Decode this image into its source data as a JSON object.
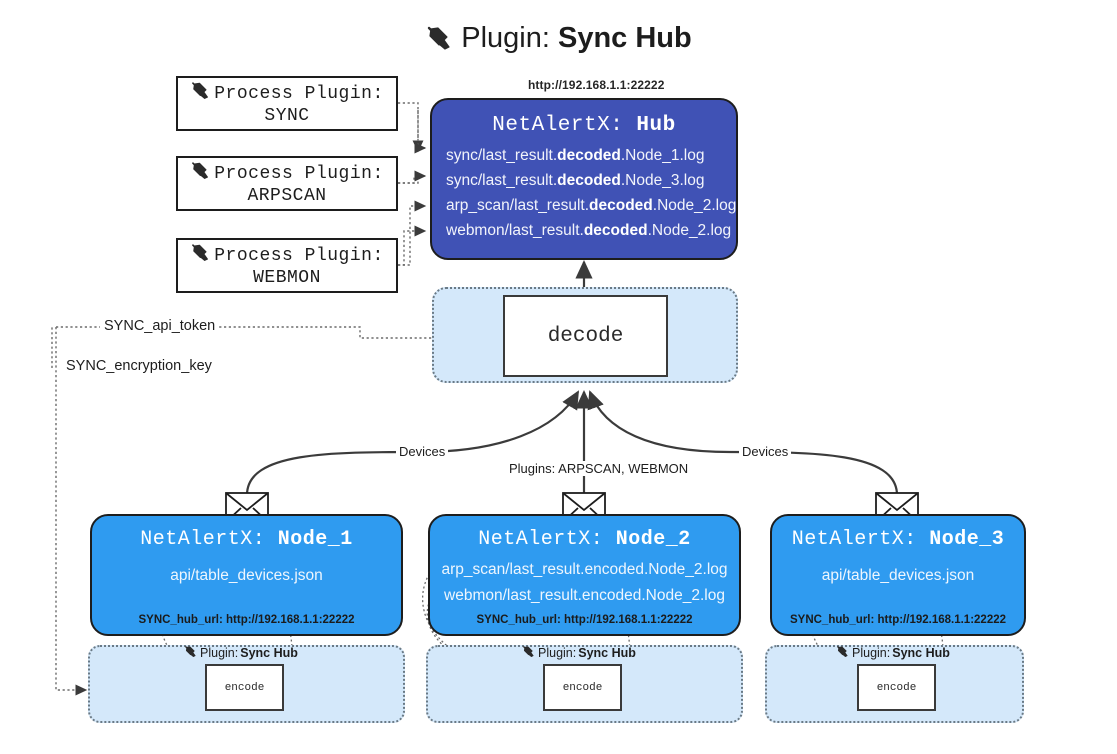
{
  "title": {
    "icon": "plug-icon",
    "prefix": "Plugin: ",
    "name": "Sync Hub"
  },
  "process_plugins": [
    {
      "line1": "Process Plugin:",
      "line2": "SYNC"
    },
    {
      "line1": "Process Plugin:",
      "line2": "ARPSCAN"
    },
    {
      "line1": "Process Plugin:",
      "line2": "WEBMON"
    }
  ],
  "hub": {
    "url_label": "http://192.168.1.1:22222",
    "title_prefix": "NetAlertX: ",
    "title_name": "Hub",
    "loglines": [
      {
        "pre": "sync/last_result.",
        "bold": "decoded",
        "post": ".Node_1.log"
      },
      {
        "pre": "sync/last_result.",
        "bold": "decoded",
        "post": ".Node_3.log"
      },
      {
        "pre": "arp_scan/last_result.",
        "bold": "decoded",
        "post": ".Node_2.log"
      },
      {
        "pre": "webmon/last_result.",
        "bold": "decoded",
        "post": ".Node_2.log"
      }
    ]
  },
  "decode": {
    "label": "decode"
  },
  "tokens": {
    "api_token": "SYNC_api_token",
    "encryption_key": "SYNC_encryption_key"
  },
  "edge_labels": {
    "devices_left": "Devices",
    "devices_right": "Devices",
    "plugins_center": "Plugins: ARPSCAN, WEBMON"
  },
  "nodes": [
    {
      "title_prefix": "NetAlertX: ",
      "title_name": "Node_1",
      "lines": [
        "api/table_devices.json"
      ],
      "url": "SYNC_hub_url: http://192.168.1.1:22222",
      "plugin_tag_prefix": "Plugin: ",
      "plugin_tag_name": "Sync Hub",
      "encode_label": "encode"
    },
    {
      "title_prefix": "NetAlertX: ",
      "title_name": "Node_2",
      "lines": [
        "arp_scan/last_result.encoded.Node_2.log",
        "webmon/last_result.encoded.Node_2.log"
      ],
      "url": "SYNC_hub_url: http://192.168.1.1:22222",
      "plugin_tag_prefix": "Plugin: ",
      "plugin_tag_name": "Sync Hub",
      "encode_label": "encode"
    },
    {
      "title_prefix": "NetAlertX: ",
      "title_name": "Node_3",
      "lines": [
        "api/table_devices.json"
      ],
      "url": "SYNC_hub_url: http://192.168.1.1:22222",
      "plugin_tag_prefix": "Plugin: ",
      "plugin_tag_name": "Sync Hub",
      "encode_label": "encode"
    }
  ],
  "colors": {
    "hub_fill": "#4052b5",
    "node_fill": "#2f9bf0",
    "region_fill": "#d4e8fa",
    "stroke": "#1d1d1d"
  }
}
